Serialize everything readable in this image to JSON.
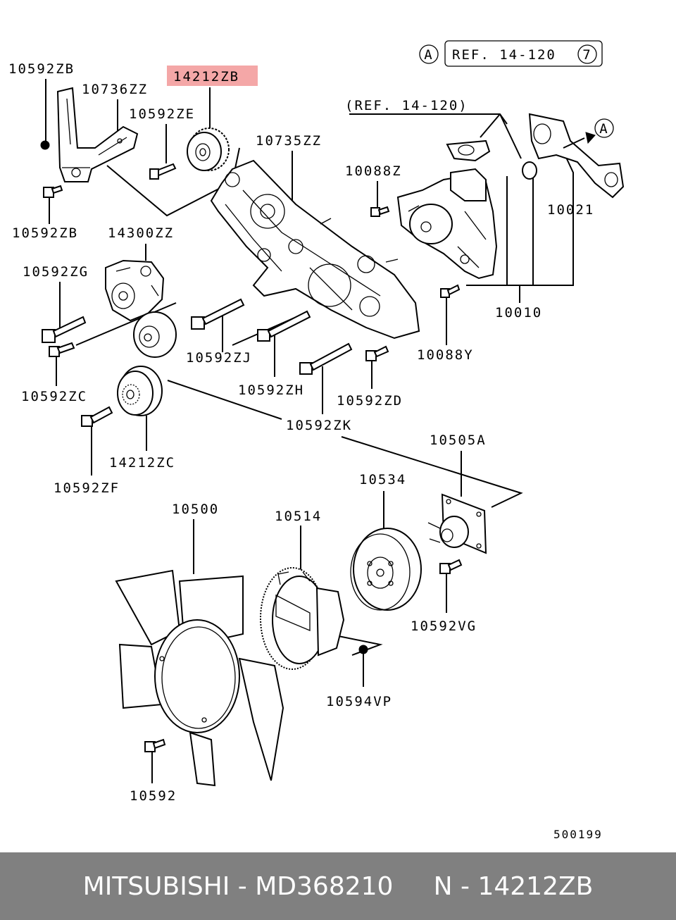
{
  "diagram": {
    "highlight_color": "#f4a7a7",
    "callouts": {
      "ref_marker": "A",
      "ref_box": "REF. 14-120",
      "ref_circle": "7",
      "ref_sub": "(REF. 14-120)",
      "arrow_marker": "A"
    },
    "labels": {
      "p10592ZB_top": "10592ZB",
      "p14212ZB": "14212ZB",
      "p10736ZZ": "10736ZZ",
      "p10592ZE": "10592ZE",
      "p10735ZZ": "10735ZZ",
      "p10088Z": "10088Z",
      "p10021": "10021",
      "p10592ZB_bot": "10592ZB",
      "p14300ZZ": "14300ZZ",
      "p10592ZG": "10592ZG",
      "p10010": "10010",
      "p10592ZJ": "10592ZJ",
      "p10088Y": "10088Y",
      "p10592ZC": "10592ZC",
      "p10592ZH": "10592ZH",
      "p10592ZD": "10592ZD",
      "p10592ZK": "10592ZK",
      "p10505A": "10505A",
      "p14212ZC": "14212ZC",
      "p10592ZF": "10592ZF",
      "p10534": "10534",
      "p10500": "10500",
      "p10514": "10514",
      "p10592VG": "10592VG",
      "p10594VP": "10594VP",
      "p10592": "10592",
      "code": "500199"
    }
  },
  "footer": {
    "text": "MITSUBISHI - MD368210     N - 14212ZB",
    "background": "#808080",
    "color": "#ffffff"
  }
}
